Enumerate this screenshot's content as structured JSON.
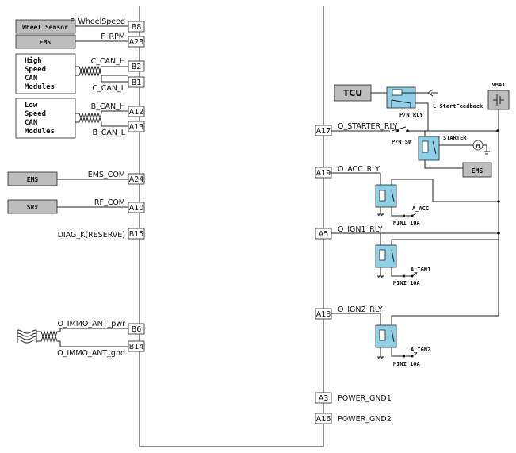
{
  "left_components": {
    "wheel_sensor": "Wheel Sensor",
    "ems_rpm": "EMS",
    "hs_can": [
      "High",
      "Speed",
      "CAN",
      "Modules"
    ],
    "ls_can": [
      "Low",
      "Speed",
      "CAN",
      "Modules"
    ],
    "ems_com": "EMS",
    "srx": "SRx"
  },
  "left_pins": {
    "b8": {
      "pin": "B8",
      "signal": "F_WheelSpeed"
    },
    "a23": {
      "pin": "A23",
      "signal": "F_RPM"
    },
    "b2": {
      "pin": "B2",
      "signal": "C_CAN_H"
    },
    "b1": {
      "pin": "B1",
      "signal": "C_CAN_L"
    },
    "a12": {
      "pin": "A12",
      "signal": "B_CAN_H"
    },
    "a13": {
      "pin": "A13",
      "signal": "B_CAN_L"
    },
    "a24": {
      "pin": "A24",
      "signal": "EMS_COM"
    },
    "a10": {
      "pin": "A10",
      "signal": "RF_COM"
    },
    "b15": {
      "pin": "B15",
      "signal": "DIAG_K(RESERVE)"
    },
    "b6": {
      "pin": "B6",
      "signal": "O_IMMO_ANT_pwr"
    },
    "b14": {
      "pin": "B14",
      "signal": "O_IMMO_ANT_gnd"
    }
  },
  "right_pins": {
    "a17": {
      "pin": "A17",
      "signal": "O_STARTER_RLY"
    },
    "a19": {
      "pin": "A19",
      "signal": "O_ACC_RLY"
    },
    "a5": {
      "pin": "A5",
      "signal": "O_IGN1_RLY"
    },
    "a18": {
      "pin": "A18",
      "signal": "O_IGN2_RLY"
    },
    "a3": {
      "pin": "A3",
      "signal": "POWER_GND1"
    },
    "a16": {
      "pin": "A16",
      "signal": "POWER_GND2"
    }
  },
  "right_components": {
    "tcu": "TCU",
    "vbat": "VBAT",
    "pn_rly": "P/N RLY",
    "start_feedback": "L_StartFeedback",
    "pn_sw": "P/N SW",
    "starter": "STARTER",
    "motor": "M",
    "ems": "EMS",
    "acc_out": "A_ACC",
    "ign1_out": "A_IGN1",
    "ign2_out": "A_IGN2",
    "fuse": "MINI 10A"
  }
}
